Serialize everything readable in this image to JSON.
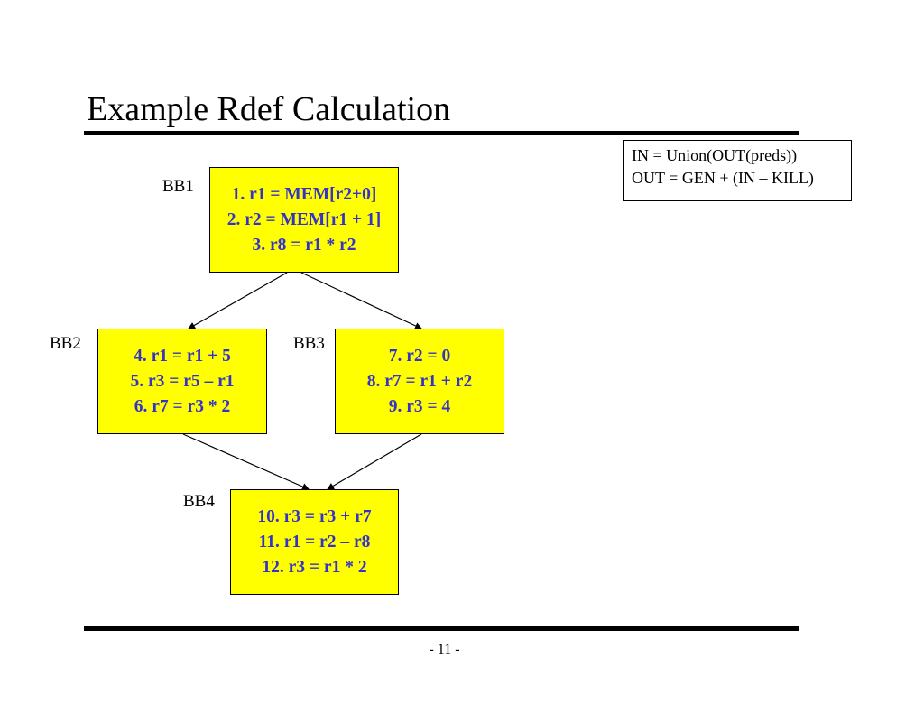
{
  "title": "Example Rdef Calculation",
  "formulas": {
    "in": "IN = Union(OUT(preds))",
    "out": "OUT = GEN + (IN – KILL)"
  },
  "blocks": {
    "bb1": {
      "label": "BB1",
      "instructions": [
        "1. r1 = MEM[r2+0]",
        "2. r2 = MEM[r1 + 1]",
        "3. r8 = r1 * r2"
      ]
    },
    "bb2": {
      "label": "BB2",
      "instructions": [
        "4. r1 = r1 + 5",
        "5. r3 = r5 – r1",
        "6. r7 = r3 * 2"
      ]
    },
    "bb3": {
      "label": "BB3",
      "instructions": [
        "7. r2 = 0",
        "8. r7 = r1 + r2",
        "9. r3 = 4"
      ]
    },
    "bb4": {
      "label": "BB4",
      "instructions": [
        "10. r3 = r3 + r7",
        "11. r1 = r2 – r8",
        "12. r3 = r1 * 2"
      ]
    }
  },
  "edges": [
    {
      "from": "BB1",
      "to": "BB2"
    },
    {
      "from": "BB1",
      "to": "BB3"
    },
    {
      "from": "BB2",
      "to": "BB4"
    },
    {
      "from": "BB3",
      "to": "BB4"
    }
  ],
  "colors": {
    "block_fill": "#ffff00",
    "instruction_text": "#3333cc"
  },
  "page_number": "- 11 -"
}
